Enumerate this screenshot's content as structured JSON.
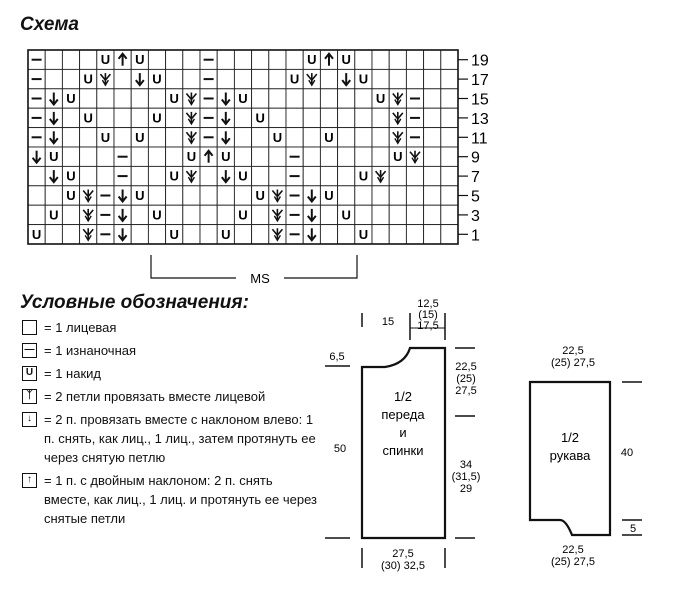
{
  "scheme_title": "Схема",
  "legend_title": "Условные обозначения:",
  "row_numbers": [
    "19",
    "17",
    "15",
    "13",
    "11",
    "9",
    "7",
    "5",
    "3",
    "1"
  ],
  "motif_label": "MS",
  "chart": {
    "columns": 25,
    "rows": [
      [
        "—",
        "",
        "",
        "",
        "U",
        "↑",
        "U",
        "",
        "",
        "",
        "—",
        "",
        "",
        "",
        "",
        "",
        "U",
        "↑",
        "U",
        "",
        "",
        "",
        "",
        "",
        ""
      ],
      [
        "—",
        "",
        "",
        "U",
        "ᛉ",
        "",
        "↓",
        "U",
        "",
        "",
        "—",
        "",
        "",
        "",
        "",
        "U",
        "ᛉ",
        "",
        "↓",
        "U",
        "",
        "",
        "",
        "",
        ""
      ],
      [
        "—",
        "↓",
        "U",
        "",
        "",
        "",
        "",
        "",
        "U",
        "ᛉ",
        "—",
        "↓",
        "U",
        "",
        "",
        "",
        "",
        "",
        "",
        "",
        "U",
        "ᛉ",
        "—",
        "",
        ""
      ],
      [
        "—",
        "↓",
        "",
        "U",
        "",
        "",
        "",
        "U",
        "",
        "ᛉ",
        "—",
        "↓",
        "",
        "U",
        "",
        "",
        "",
        "",
        "",
        "",
        "",
        "ᛉ",
        "—",
        "",
        ""
      ],
      [
        "—",
        "↓",
        "",
        "",
        "U",
        "",
        "U",
        "",
        "",
        "ᛉ",
        "—",
        "↓",
        "",
        "",
        "U",
        "",
        "",
        "U",
        "",
        "",
        "",
        "ᛉ",
        "—",
        "",
        ""
      ],
      [
        "↓",
        "U",
        "",
        "",
        "",
        "—",
        "",
        "",
        "",
        "U",
        "↑",
        "U",
        "",
        "",
        "",
        "—",
        "",
        "",
        "",
        "",
        "",
        "U",
        "ᛉ",
        "",
        ""
      ],
      [
        "",
        "↓",
        "U",
        "",
        "",
        "—",
        "",
        "",
        "U",
        "ᛉ",
        "",
        "↓",
        "U",
        "",
        "",
        "—",
        "",
        "",
        "",
        "U",
        "ᛉ",
        "",
        "",
        "",
        ""
      ],
      [
        "",
        "",
        "U",
        "ᛉ",
        "—",
        "↓",
        "U",
        "",
        "",
        "",
        "",
        "",
        "",
        "U",
        "ᛉ",
        "—",
        "↓",
        "U",
        "",
        "",
        "",
        "",
        "",
        "",
        ""
      ],
      [
        "",
        "U",
        "",
        "ᛉ",
        "—",
        "↓",
        "",
        "U",
        "",
        "",
        "",
        "",
        "U",
        "",
        "ᛉ",
        "—",
        "↓",
        "",
        "U",
        "",
        "",
        "",
        "",
        "",
        ""
      ],
      [
        "U",
        "",
        "",
        "ᛉ",
        "—",
        "↓",
        "",
        "",
        "U",
        "",
        "",
        "U",
        "",
        "",
        "ᛉ",
        "—",
        "↓",
        "",
        "",
        "U",
        "",
        "",
        "",
        "",
        ""
      ]
    ]
  },
  "legend": [
    {
      "symbol": "",
      "text": "= 1 лицевая"
    },
    {
      "symbol": "—",
      "text": "= 1 изнаночная"
    },
    {
      "symbol": "U",
      "text": "= 1 накид"
    },
    {
      "symbol": "ᛉ",
      "text": "= 2 петли провязать вместе лицевой"
    },
    {
      "symbol": "↓",
      "text": "= 2 п. провязать вместе с наклоном влево: 1 п. снять, как лиц., 1 лиц., затем протянуть ее через снятую петлю"
    },
    {
      "symbol": "↑",
      "text": "= 1 п. с двойным наклоном: 2 п. снять вместе, как лиц., 1 лиц. и протянуть ее через снятые петли"
    }
  ],
  "body_piece": {
    "label_lines": [
      "1/2",
      "переда",
      "и",
      "спинки"
    ],
    "dims": {
      "shoulder": "15",
      "neck_top_lines": [
        "12,5",
        "(15)",
        "17,5"
      ],
      "neck_depth": "6,5",
      "armhole_lines": [
        "22,5",
        "(25)",
        "27,5"
      ],
      "height": "50",
      "side_lines": [
        "34",
        "(31,5)",
        "29"
      ],
      "bottom_lines": [
        "27,5",
        "(30) 32,5"
      ]
    }
  },
  "sleeve_piece": {
    "label_lines": [
      "1/2",
      "рукава"
    ],
    "dims": {
      "top_lines": [
        "22,5",
        "(25) 27,5"
      ],
      "height": "40",
      "cuff": "5",
      "bottom_lines": [
        "22,5",
        "(25) 27,5"
      ]
    }
  }
}
